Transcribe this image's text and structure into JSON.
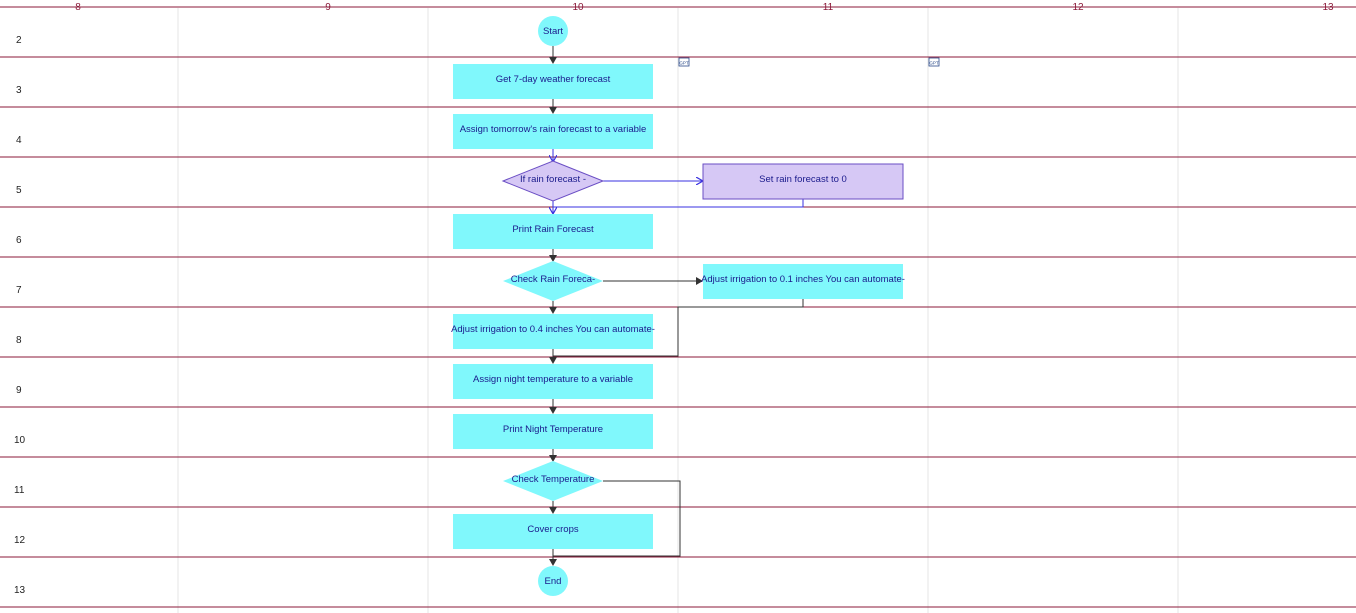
{
  "columns": [
    "8",
    "9",
    "10",
    "11",
    "12",
    "13"
  ],
  "rows": [
    "2",
    "3",
    "4",
    "5",
    "6",
    "7",
    "8",
    "9",
    "10",
    "11",
    "12",
    "13"
  ],
  "nodes": {
    "start": "Start",
    "get_forecast": "Get 7-day weather forecast",
    "assign_rain": "Assign tomorrow's rain forecast to a variable",
    "if_rain": "If rain forecast -",
    "set_rain_zero": "Set rain forecast to 0",
    "print_rain": "Print Rain Forecast",
    "check_rain": "Check Rain Foreca-",
    "adjust_01": "Adjust irrigation to 0.1 inches You can automate-",
    "adjust_04": "Adjust irrigation to 0.4 inches You can automate-",
    "assign_night": "Assign night temperature to a variable",
    "print_night": "Print Night Temperature",
    "check_temp": "Check Temperature",
    "cover_crops": "Cover crops",
    "end": "End"
  },
  "badges": [
    "GPT",
    "GPT"
  ],
  "colors": {
    "process_fill": "#80f8fc",
    "highlight_fill": "#d6c8f5",
    "highlight_stroke": "#6a4ec4",
    "row_line": "#8b1a3a",
    "grid_line": "#e4e4e4",
    "connector": "#333333",
    "highlight_connector": "#3a32e0"
  }
}
